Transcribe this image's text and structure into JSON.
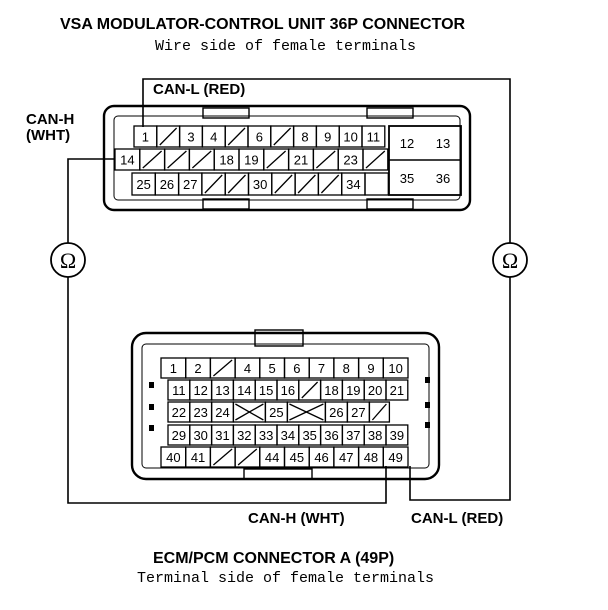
{
  "vsa": {
    "title": "VSA MODULATOR-CONTROL UNIT 36P CONNECTOR",
    "subtitle": "Wire side of female terminals",
    "can_l_label": "CAN-L (RED)",
    "can_h_label_1": "CAN-H",
    "can_h_label_2": "(WHT)",
    "rows": [
      [
        "1",
        "/",
        "3",
        "4",
        "/",
        "6",
        "/",
        "8",
        "9",
        "10",
        "11"
      ],
      [
        "14",
        "/",
        "/",
        "/",
        "18",
        "19",
        "/",
        "21",
        "/",
        "23",
        "/"
      ],
      [
        "25",
        "26",
        "27",
        "/",
        "/",
        "30",
        "/",
        "/",
        "/",
        "34",
        ""
      ]
    ],
    "side_rows": [
      [
        "12",
        "13"
      ],
      [
        "35",
        "36"
      ]
    ]
  },
  "ohm_symbol": "Ω",
  "ecm": {
    "rows": [
      [
        "1",
        "2",
        "/",
        "4",
        "5",
        "6",
        "7",
        "8",
        "9",
        "10"
      ],
      [
        "11",
        "12",
        "13",
        "14",
        "15",
        "16",
        "/",
        "18",
        "19",
        "20",
        "21"
      ],
      [
        "22",
        "23",
        "24",
        "X",
        "25",
        "X",
        "26",
        "27",
        "/"
      ],
      [
        "29",
        "30",
        "31",
        "32",
        "33",
        "34",
        "35",
        "36",
        "37",
        "38",
        "39"
      ],
      [
        "40",
        "41",
        "/",
        "/",
        "44",
        "45",
        "46",
        "47",
        "48",
        "49"
      ]
    ],
    "can_h_label": "CAN-H (WHT)",
    "can_l_label": "CAN-L (RED)",
    "title": "ECM/PCM CONNECTOR A (49P)",
    "subtitle": "Terminal side of female terminals"
  }
}
